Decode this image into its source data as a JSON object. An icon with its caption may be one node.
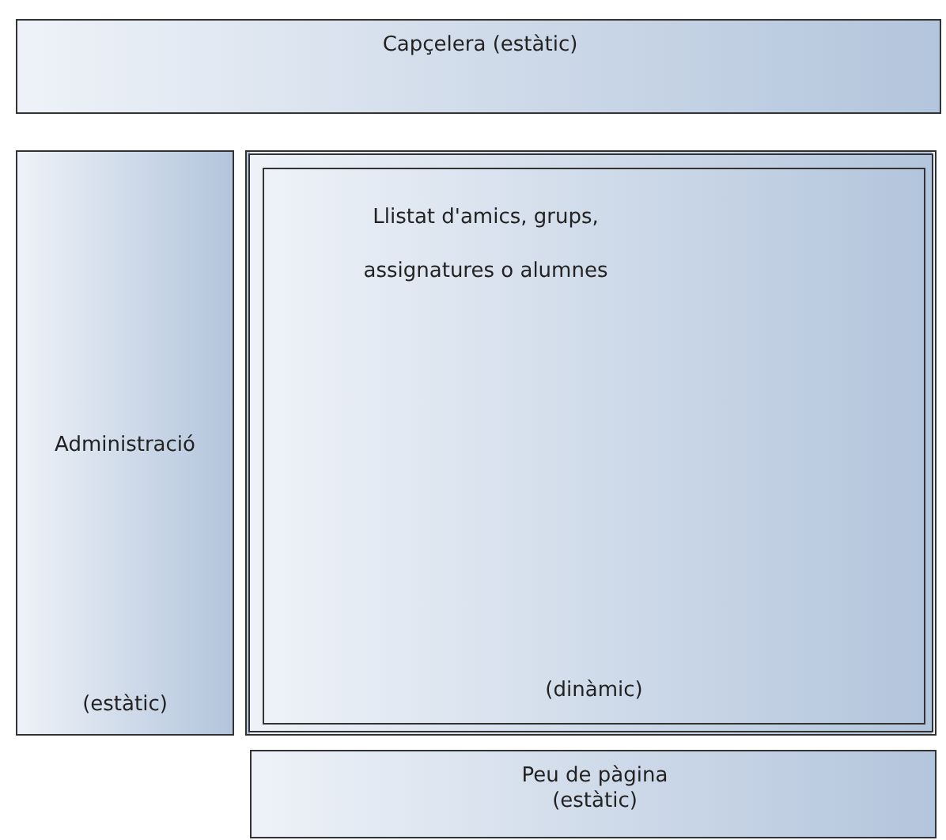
{
  "diagram": {
    "nodes": [
      {
        "text": [
          "Capçelera (estàtic)"
        ]
      },
      {
        "text": [
          "Administració",
          "(estàtic)"
        ]
      },
      {
        "text": [],
        "shape": "box"
      },
      {
        "text": [
          "Llistat d'amics, grups, assignatures o alumnes",
          "(dinàmic)"
        ],
        "in": 2
      },
      {
        "text": [
          "Peu de pàgina (estàtic)"
        ]
      }
    ]
  }
}
